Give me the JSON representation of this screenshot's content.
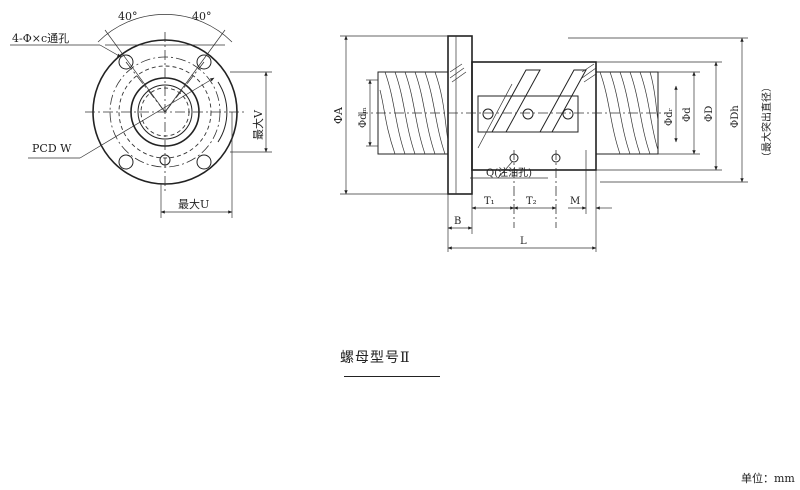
{
  "front_view": {
    "angle_left": "40°",
    "angle_right": "40°",
    "holes_label": "4-Φ×c通孔",
    "pcd_label": "PCD  W",
    "max_u_label": "最大U",
    "max_v_label": "最大V"
  },
  "side_view": {
    "phi_a": "ΦA",
    "phi_dm": "Φdₘ",
    "phi_dr": "Φdᵣ",
    "phi_d_small": "Φd",
    "phi_d_large": "ΦD",
    "phi_dh": "ΦDh",
    "max_protrusion": "（最大突出直径）",
    "q_label": "Q(注油孔)",
    "t1": "T₁",
    "t2": "T₂",
    "m": "M",
    "b": "B",
    "l": "L"
  },
  "caption": "螺母型号Ⅱ",
  "unit": "单位：mm"
}
